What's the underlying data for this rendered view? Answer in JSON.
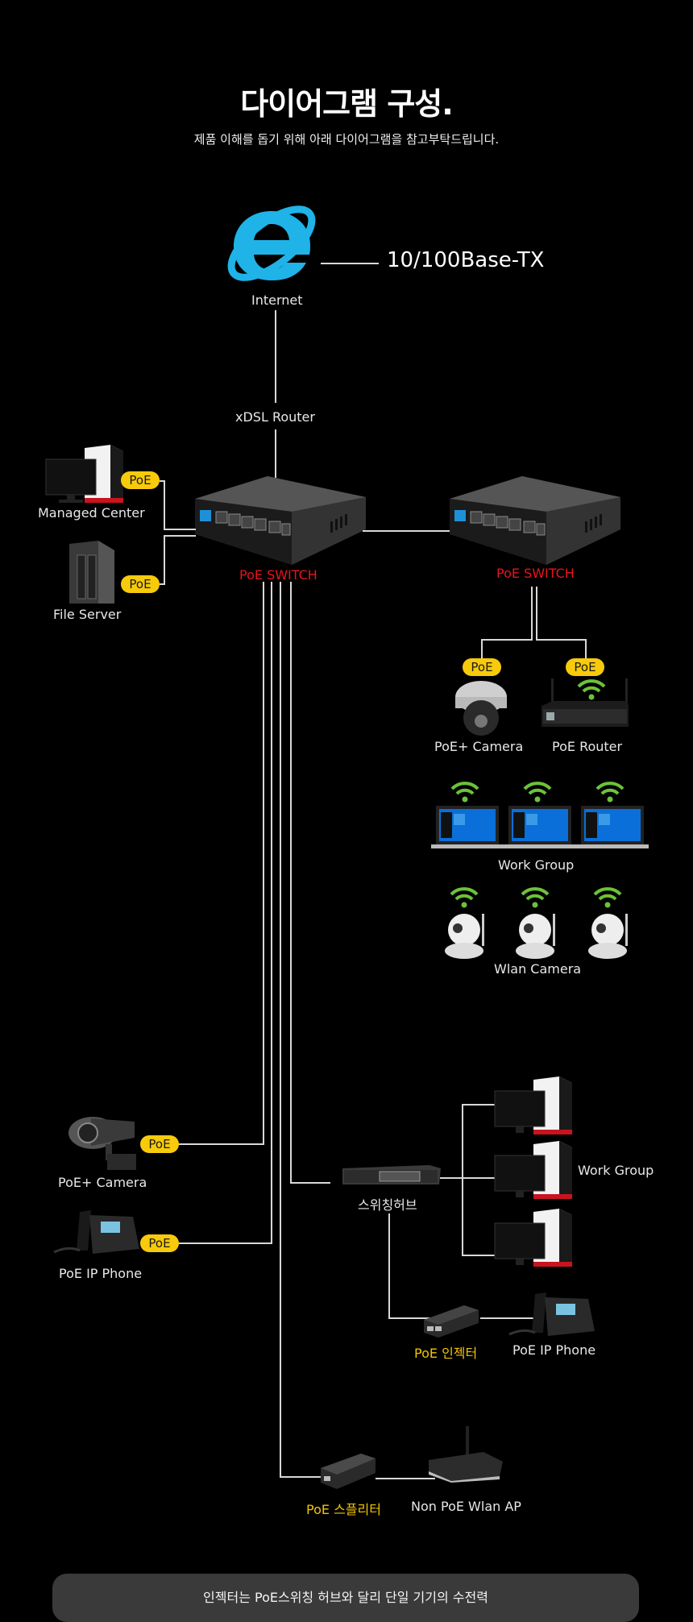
{
  "header": {
    "title": "다이어그램 구성.",
    "subtitle": "제품 이해를 돕기 위해 아래 다이어그램을 참고부탁드립니다."
  },
  "internet": {
    "label": "Internet",
    "speed": "10/100Base-TX",
    "icon": "internet-explorer-icon"
  },
  "router": {
    "label": "xDSL Router"
  },
  "main_switch": {
    "label": "PoE SWITCH"
  },
  "second_switch": {
    "label": "PoE SWITCH"
  },
  "badge_text": "PoE",
  "left_devices": [
    {
      "label": "Managed Center",
      "badge": "PoE"
    },
    {
      "label": "File Server",
      "badge": "PoE"
    }
  ],
  "second_switch_devices": [
    {
      "label": "PoE+ Camera",
      "badge": "PoE"
    },
    {
      "label": "PoE Router",
      "badge": "PoE"
    }
  ],
  "wireless_groups": [
    {
      "label": "Work Group",
      "count": 3
    },
    {
      "label": "Wlan Camera",
      "count": 3
    }
  ],
  "lower_left_devices": [
    {
      "label": "PoE+ Camera",
      "badge": "PoE"
    },
    {
      "label": "PoE IP Phone",
      "badge": "PoE"
    }
  ],
  "hub": {
    "label": "스위칭허브",
    "workgroup_label": "Work Group",
    "injector_label": "PoE 인젝터",
    "phone_label": "PoE IP Phone"
  },
  "splitter": {
    "label": "PoE 스플리터",
    "ap_label": "Non PoE Wlan AP"
  },
  "info": {
    "text": "인젝터는 PoE스위칭 허브와 달리 단일 기기의 수전력"
  },
  "colors": {
    "background": "#000000",
    "ie_blue": "#1fb3e8",
    "switch_label_red": "#e8141e",
    "badge_yellow": "#f7cb0b",
    "yellow_label": "#f3c400",
    "wifi_green": "#6cc23a",
    "info_box": "#3a3a3a"
  }
}
